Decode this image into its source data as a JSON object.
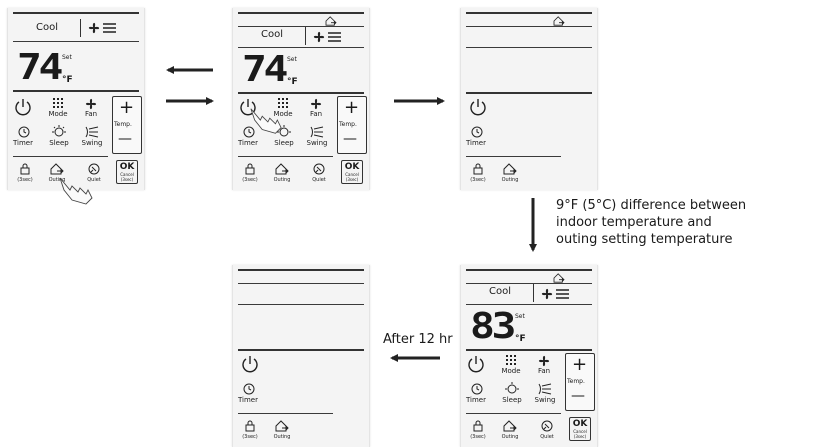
{
  "mode_label": "Cool",
  "set_temp_a": "74",
  "set_temp_b": "83",
  "set_label": "Set",
  "unit": "°F",
  "buttons": {
    "mode": "Mode",
    "fan": "Fan",
    "timer": "Timer",
    "sleep": "Sleep",
    "swing": "Swing",
    "temp": "Temp.",
    "plus": "+",
    "minus": "—",
    "lock_sub": "(3sec)",
    "outing": "Outing",
    "quiet": "Quiet",
    "ok": "OK",
    "cancel": "Cancel",
    "cancel_sub": "(3sec)"
  },
  "notes": {
    "difference_line1": "9°F (5°C) difference between",
    "difference_line2": "indoor temperature and",
    "difference_line3": "outing setting temperature",
    "after": "After 12 hr"
  },
  "icons": [
    "power-icon",
    "mode-grid-icon",
    "fan-icon",
    "timer-icon",
    "sleep-icon",
    "swing-icon",
    "lock-icon",
    "outing-icon",
    "quiet-icon",
    "fan-speed-icon",
    "hand-pointer-icon"
  ],
  "colors": {
    "panel_bg": "#f4f4f4",
    "line": "#333333",
    "arrow": "#222222"
  }
}
